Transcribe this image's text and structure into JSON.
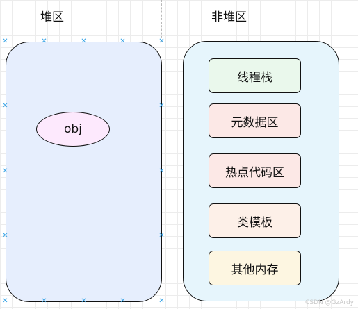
{
  "headings": {
    "heap": "堆区",
    "non_heap": "非堆区"
  },
  "heap": {
    "object_label": "obj"
  },
  "non_heap_areas": [
    {
      "label": "线程栈",
      "color": "#eaf8ec"
    },
    {
      "label": "元数据区",
      "color": "#fce8e6"
    },
    {
      "label": "热点代码区",
      "color": "#fce8e6"
    },
    {
      "label": "类模板",
      "color": "#fdf0e8"
    },
    {
      "label": "其他内存",
      "color": "#fdf6e1"
    }
  ],
  "colors": {
    "heap_fill": "#e6eefd",
    "non_heap_fill": "#e6f5fc",
    "object_fill": "#fde9fd",
    "selection_handle": "#36a3e6"
  },
  "watermark": "CSDN @GzArdy"
}
